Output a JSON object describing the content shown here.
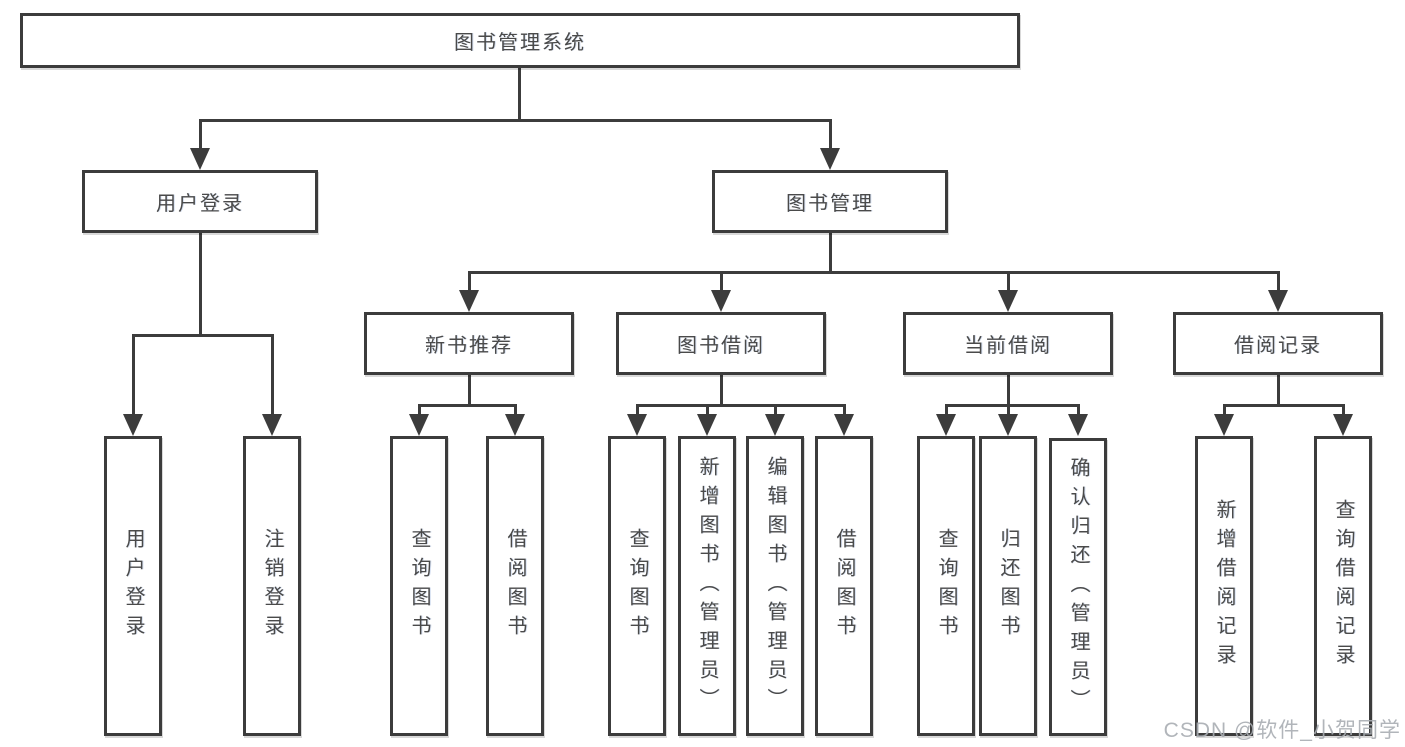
{
  "nodes": {
    "root": "图书管理系统",
    "user_login": "用户登录",
    "book_management": "图书管理",
    "new_book_recommend": "新书推荐",
    "book_borrowing": "图书借阅",
    "current_borrowing": "当前借阅",
    "borrowing_records": "借阅记录",
    "leaf_user_login": "用户登录",
    "leaf_logout": "注销登录",
    "leaf_nbr_query_books": "查询图书",
    "leaf_nbr_borrow_books": "借阅图书",
    "leaf_bb_query_books": "查询图书",
    "leaf_bb_add_books": "新增图书（管理员）",
    "leaf_bb_edit_books": "编辑图书（管理员）",
    "leaf_bb_borrow_books": "借阅图书",
    "leaf_cb_query_books": "查询图书",
    "leaf_cb_return_books": "归还图书",
    "leaf_cb_confirm_return": "确认归还（管理员）",
    "leaf_br_add_record": "新增借阅记录",
    "leaf_br_query_record": "查询借阅记录"
  },
  "watermark": "CSDN @软件_小贺同学",
  "colors": {
    "line": "#3c3c3c",
    "text": "#4a4a4a",
    "background": "#ffffff",
    "watermark": "#a8adb3"
  }
}
